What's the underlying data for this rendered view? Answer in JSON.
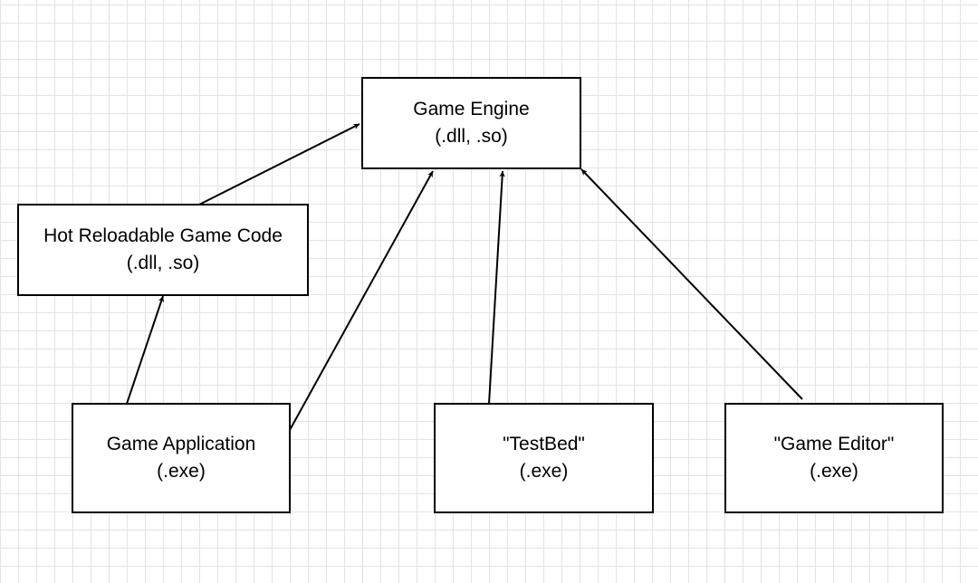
{
  "diagram": {
    "colors": {
      "background": "#ffffff",
      "grid": "#e3e3e3",
      "stroke": "#000000",
      "text": "#000000"
    },
    "nodes": {
      "engine": {
        "title": "Game Engine",
        "subtitle": "(.dll, .so)"
      },
      "hot_reload": {
        "title": "Hot Reloadable Game Code",
        "subtitle": "(.dll, .so)"
      },
      "game_app": {
        "title": "Game Application",
        "subtitle": "(.exe)"
      },
      "testbed": {
        "title": "\"TestBed\"",
        "subtitle": "(.exe)"
      },
      "editor": {
        "title": "\"Game Editor\"",
        "subtitle": "(.exe)"
      }
    },
    "edges": [
      {
        "from": "hot_reload",
        "to": "engine"
      },
      {
        "from": "game_app",
        "to": "hot_reload"
      },
      {
        "from": "game_app",
        "to": "engine"
      },
      {
        "from": "testbed",
        "to": "engine"
      },
      {
        "from": "editor",
        "to": "engine"
      }
    ]
  }
}
